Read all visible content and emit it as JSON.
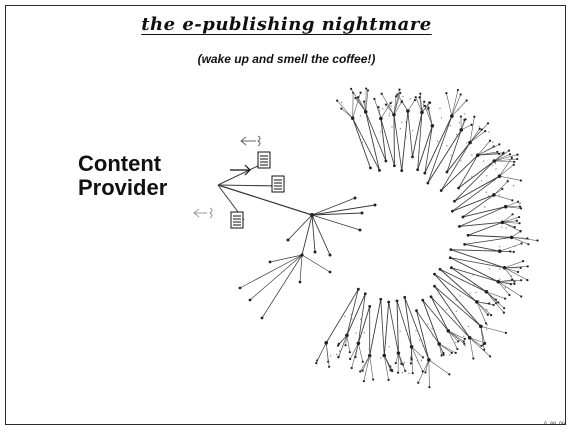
{
  "slide": {
    "title": "the e-publishing nightmare",
    "subtitle": "(wake up and smell the coffee!)",
    "provider_label": "Content Provider",
    "footer_code": "6 00 OG"
  },
  "icons": {
    "document": "document-icon",
    "arrow": "left-right-arrow-icon",
    "node": "network-node-icon"
  },
  "colors": {
    "ink": "#111111",
    "mesh": "#3a3a3a",
    "node": "#222222"
  }
}
